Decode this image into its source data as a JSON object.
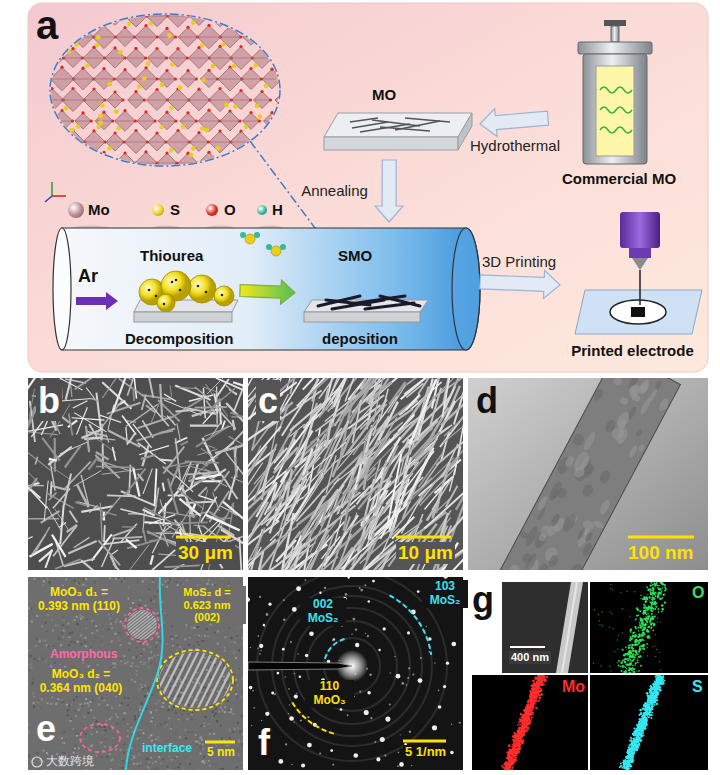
{
  "diagram": {
    "nodes": [
      {
        "text": [
          "a"
        ]
      },
      {
        "text": [
          "MO"
        ],
        "in": 0
      },
      {
        "text": [
          "Commercial MO"
        ],
        "in": 0
      },
      {
        "text": [
          "Ar"
        ],
        "in": 0
      },
      {
        "text": [
          "Thiourea",
          "Decomposition"
        ],
        "in": 3
      },
      {
        "text": [
          "SMO",
          "deposition"
        ],
        "in": 3
      },
      {
        "text": [
          "Printed electrode"
        ],
        "in": 0
      },
      {
        "text": [
          "b",
          "30 μm"
        ]
      },
      {
        "text": [
          "c",
          "10 μm"
        ]
      },
      {
        "text": [
          "d",
          "100 nm"
        ]
      },
      {
        "text": [
          "e",
          "MoO₃ d₁ = 0.393 nm (110)",
          "MoS₂ d = 0.623 nm (002)",
          "Amorphous",
          "MoO₃ d₂ = 0.364 nm (040)",
          "interface",
          "5 nm"
        ]
      },
      {
        "text": [
          "f",
          "002 MoS₂",
          "103 MoS₂",
          "110 MoO₃",
          "5 1/nm"
        ]
      },
      {
        "text": [
          "g",
          "400 nm"
        ]
      },
      {
        "text": [
          "O"
        ],
        "in": 12
      },
      {
        "text": [
          "Mo"
        ],
        "in": 12
      },
      {
        "text": [
          "S"
        ],
        "in": 12
      }
    ],
    "edges": [
      {
        "from": 2,
        "to": 1,
        "arrow": "to",
        "label": "Hydrothermal"
      },
      {
        "from": 1,
        "to": 3,
        "arrow": "to",
        "label": "Annealing"
      },
      {
        "from": 4,
        "to": 5,
        "arrow": "to"
      },
      {
        "from": 3,
        "to": 6,
        "arrow": "to",
        "label": "3D Printing"
      }
    ],
    "labels": [
      "大数跨境"
    ],
    "legend": [
      {
        "text": "Mo",
        "color": "#b8868c"
      },
      {
        "text": "S",
        "color": "#e8cf1c"
      },
      {
        "text": "O",
        "color": "#e3261c"
      },
      {
        "text": "H",
        "color": "#35b89c"
      }
    ]
  }
}
